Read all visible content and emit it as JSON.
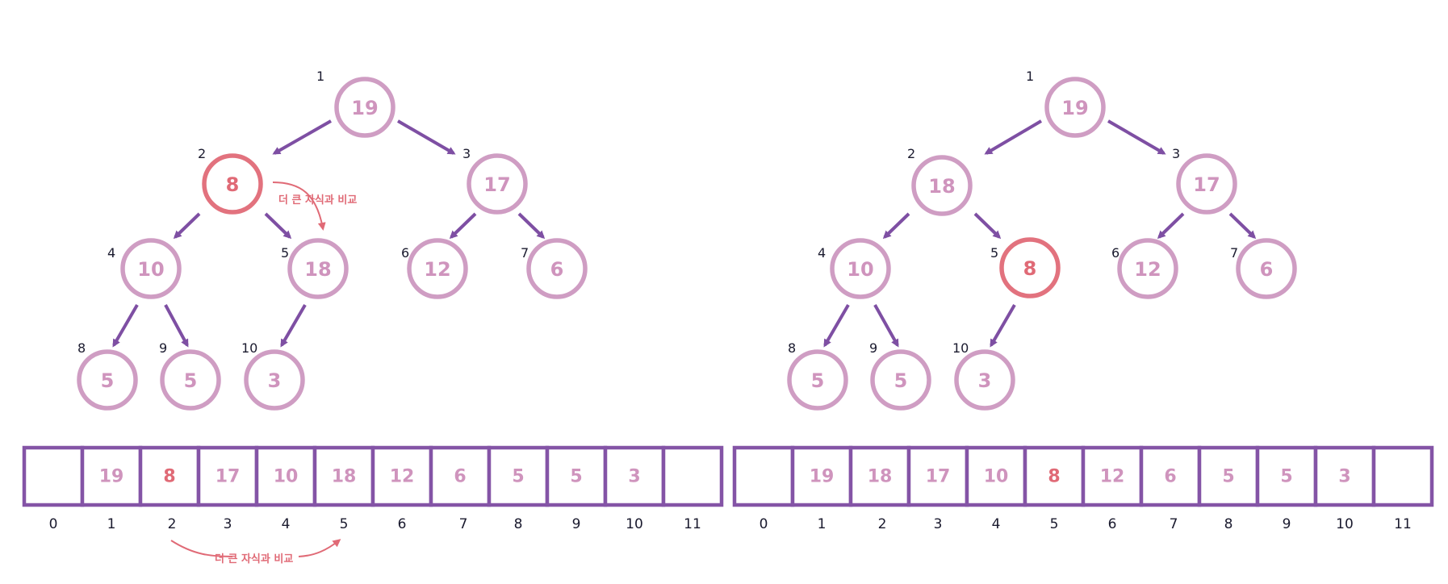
{
  "colors": {
    "node_stroke": "#cf9dc3",
    "node_text": "#cf94bd",
    "highlight": "#e06a76",
    "edge": "#7e4fa3",
    "array_border": "#8454a6",
    "label_text": "#1a1a2e"
  },
  "panels": [
    {
      "name": "before-swap",
      "nodes": [
        {
          "index": "1",
          "value": "19",
          "highlight": false
        },
        {
          "index": "2",
          "value": "8",
          "highlight": true
        },
        {
          "index": "3",
          "value": "17",
          "highlight": false
        },
        {
          "index": "4",
          "value": "10",
          "highlight": false
        },
        {
          "index": "5",
          "value": "18",
          "highlight": false
        },
        {
          "index": "6",
          "value": "12",
          "highlight": false
        },
        {
          "index": "7",
          "value": "6",
          "highlight": false
        },
        {
          "index": "8",
          "value": "5",
          "highlight": false
        },
        {
          "index": "9",
          "value": "5",
          "highlight": false
        },
        {
          "index": "10",
          "value": "3",
          "highlight": false
        }
      ],
      "array": {
        "cells": [
          "",
          "19",
          "8",
          "17",
          "10",
          "18",
          "12",
          "6",
          "5",
          "5",
          "3",
          ""
        ],
        "highlight_index": 2,
        "indices": [
          "0",
          "1",
          "2",
          "3",
          "4",
          "5",
          "6",
          "7",
          "8",
          "9",
          "10",
          "11"
        ]
      },
      "tree_note": "더 큰 자식과 비교",
      "array_note": "더 큰 자식과 비교"
    },
    {
      "name": "after-swap",
      "nodes": [
        {
          "index": "1",
          "value": "19",
          "highlight": false
        },
        {
          "index": "2",
          "value": "18",
          "highlight": false
        },
        {
          "index": "3",
          "value": "17",
          "highlight": false
        },
        {
          "index": "4",
          "value": "10",
          "highlight": false
        },
        {
          "index": "5",
          "value": "8",
          "highlight": true
        },
        {
          "index": "6",
          "value": "12",
          "highlight": false
        },
        {
          "index": "7",
          "value": "6",
          "highlight": false
        },
        {
          "index": "8",
          "value": "5",
          "highlight": false
        },
        {
          "index": "9",
          "value": "5",
          "highlight": false
        },
        {
          "index": "10",
          "value": "3",
          "highlight": false
        }
      ],
      "array": {
        "cells": [
          "",
          "19",
          "18",
          "17",
          "10",
          "8",
          "12",
          "6",
          "5",
          "5",
          "3",
          ""
        ],
        "highlight_index": 5,
        "indices": [
          "0",
          "1",
          "2",
          "3",
          "4",
          "5",
          "6",
          "7",
          "8",
          "9",
          "10",
          "11"
        ]
      }
    }
  ]
}
